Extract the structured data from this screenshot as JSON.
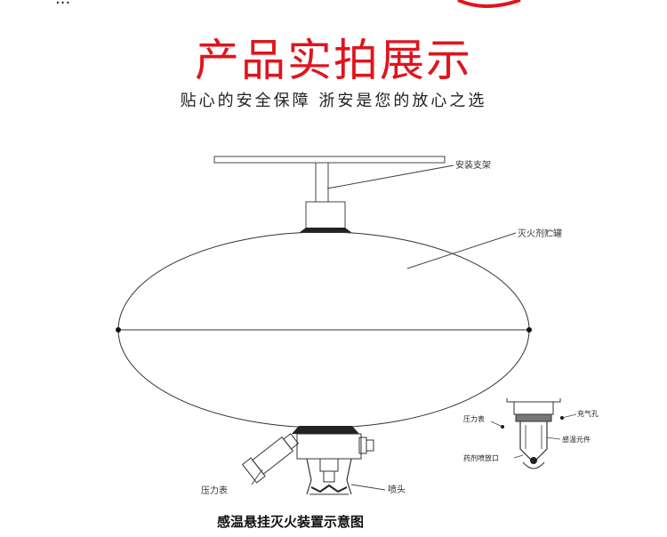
{
  "header": {
    "cut_text": "...",
    "title": "产品实拍展示",
    "subtitle": "贴心的安全保障  浙安是您的放心之选"
  },
  "diagram": {
    "labels": {
      "mount_bracket": "安装支架",
      "agent_tank": "灭火剂贮罐",
      "pressure_gauge": "压力表",
      "nozzle": "喷头",
      "caption": "感温悬挂灭火装置示意图"
    },
    "detail_labels": {
      "pressure_gauge": "压力表",
      "fill_hole": "充气孔",
      "heat_element": "感温元件",
      "agent_outlet": "药剂喷放口"
    }
  },
  "colors": {
    "title_red": "#e0141c",
    "line": "#333333"
  }
}
